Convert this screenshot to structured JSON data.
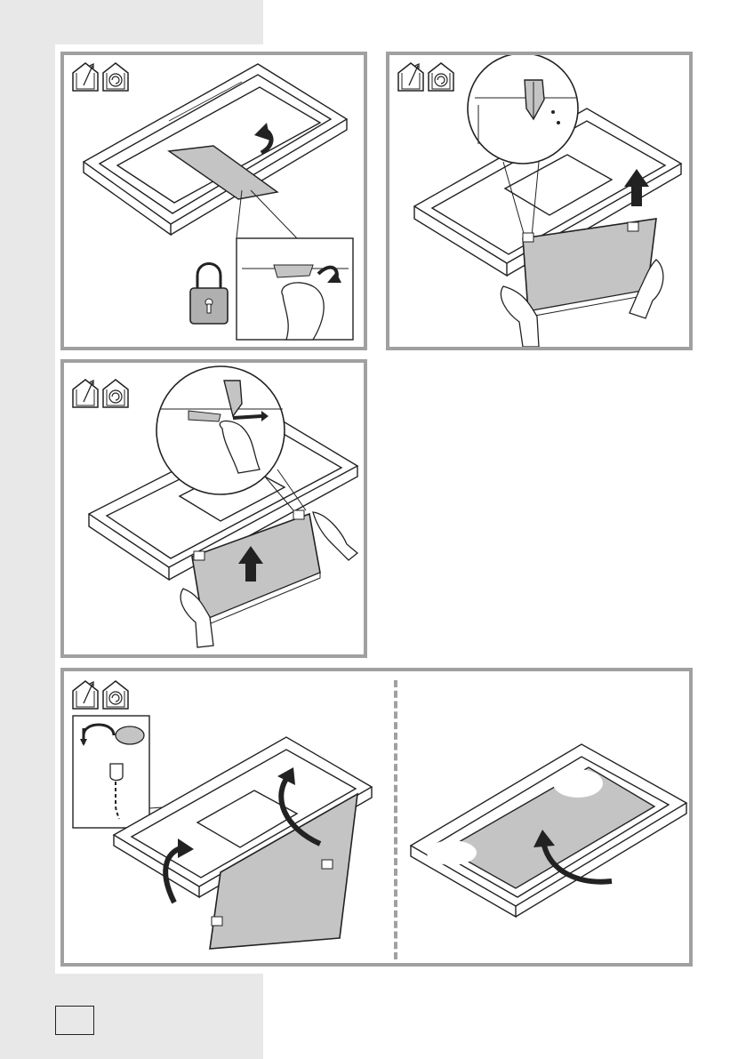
{
  "page": {
    "colors": {
      "band": "#e8e8e8",
      "panel_border": "#a0a0a0",
      "filter_fill": "#c4c4c4",
      "ink": "#222222"
    }
  },
  "icons": [
    "house-exhaust-icon",
    "house-recirculation-icon",
    "padlock-icon",
    "curved-arrow-icon",
    "straight-arrow-icon",
    "hand-icon",
    "carbon-filter-icon"
  ],
  "steps": [
    {
      "id": "step-1",
      "modes": [
        "exhaust",
        "recirculation"
      ]
    },
    {
      "id": "step-2",
      "modes": [
        "exhaust",
        "recirculation"
      ]
    },
    {
      "id": "step-3",
      "modes": [
        "exhaust",
        "recirculation"
      ]
    },
    {
      "id": "step-4",
      "modes": [
        "exhaust",
        "recirculation"
      ]
    }
  ]
}
